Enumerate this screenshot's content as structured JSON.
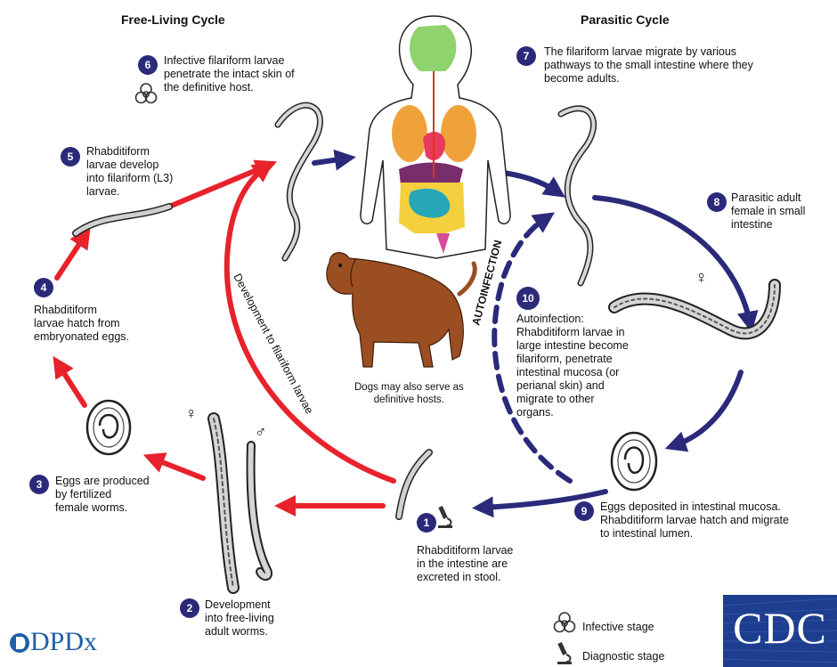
{
  "headers": {
    "free_living": "Free-Living Cycle",
    "parasitic": "Parasitic Cycle"
  },
  "steps": [
    {
      "num": "1",
      "text": "Rhabditiform larvae\nin the intestine are\nexcreted in stool."
    },
    {
      "num": "2",
      "text": "Development\ninto free-living\nadult worms."
    },
    {
      "num": "3",
      "text": "Eggs are produced\nby fertilized\nfemale worms."
    },
    {
      "num": "4",
      "text": "Rhabditiform\nlarvae hatch from\nembryonated eggs."
    },
    {
      "num": "5",
      "text": "Rhabditiform\nlarvae develop\ninto filariform (L3)\nlarvae."
    },
    {
      "num": "6",
      "text": "Infective filariform larvae\npenetrate the intact skin of\nthe definitive host."
    },
    {
      "num": "7",
      "text": "The filariform larvae migrate by various\npathways to the small intestine where they\nbecome adults."
    },
    {
      "num": "8",
      "text": "Parasitic adult\nfemale in small\nintestine"
    },
    {
      "num": "9",
      "text": "Eggs deposited in intestinal mucosa.\nRhabditiform larvae hatch and migrate\nto intestinal lumen."
    },
    {
      "num": "10",
      "text": "Autoinfection:\nRhabditiform larvae in\nlarge intestine become\nfilariform, penetrate\nintestinal mucosa (or\nperianal skin) and\nmigrate to other\norgans."
    }
  ],
  "labels": {
    "development_filariform": "Development to filariform larvae",
    "autoinfection": "AUTOINFECTION",
    "dog_note": "Dogs may also serve as\ndefinitive hosts.",
    "female_symbol": "♀",
    "male_symbol": "♂"
  },
  "legend": {
    "infective": "Infective stage",
    "diagnostic": "Diagnostic stage"
  },
  "logos": {
    "dpdx": "DPDx",
    "cdc": "CDC"
  },
  "colors": {
    "free_arrow": "#e8222b",
    "parasitic_arrow": "#2b2a7a",
    "badge": "#2b2a7a",
    "cdc_bg": "#1d3d8f"
  },
  "icons": {
    "biohazard": "biohazard-icon",
    "microscope": "microscope-icon"
  }
}
